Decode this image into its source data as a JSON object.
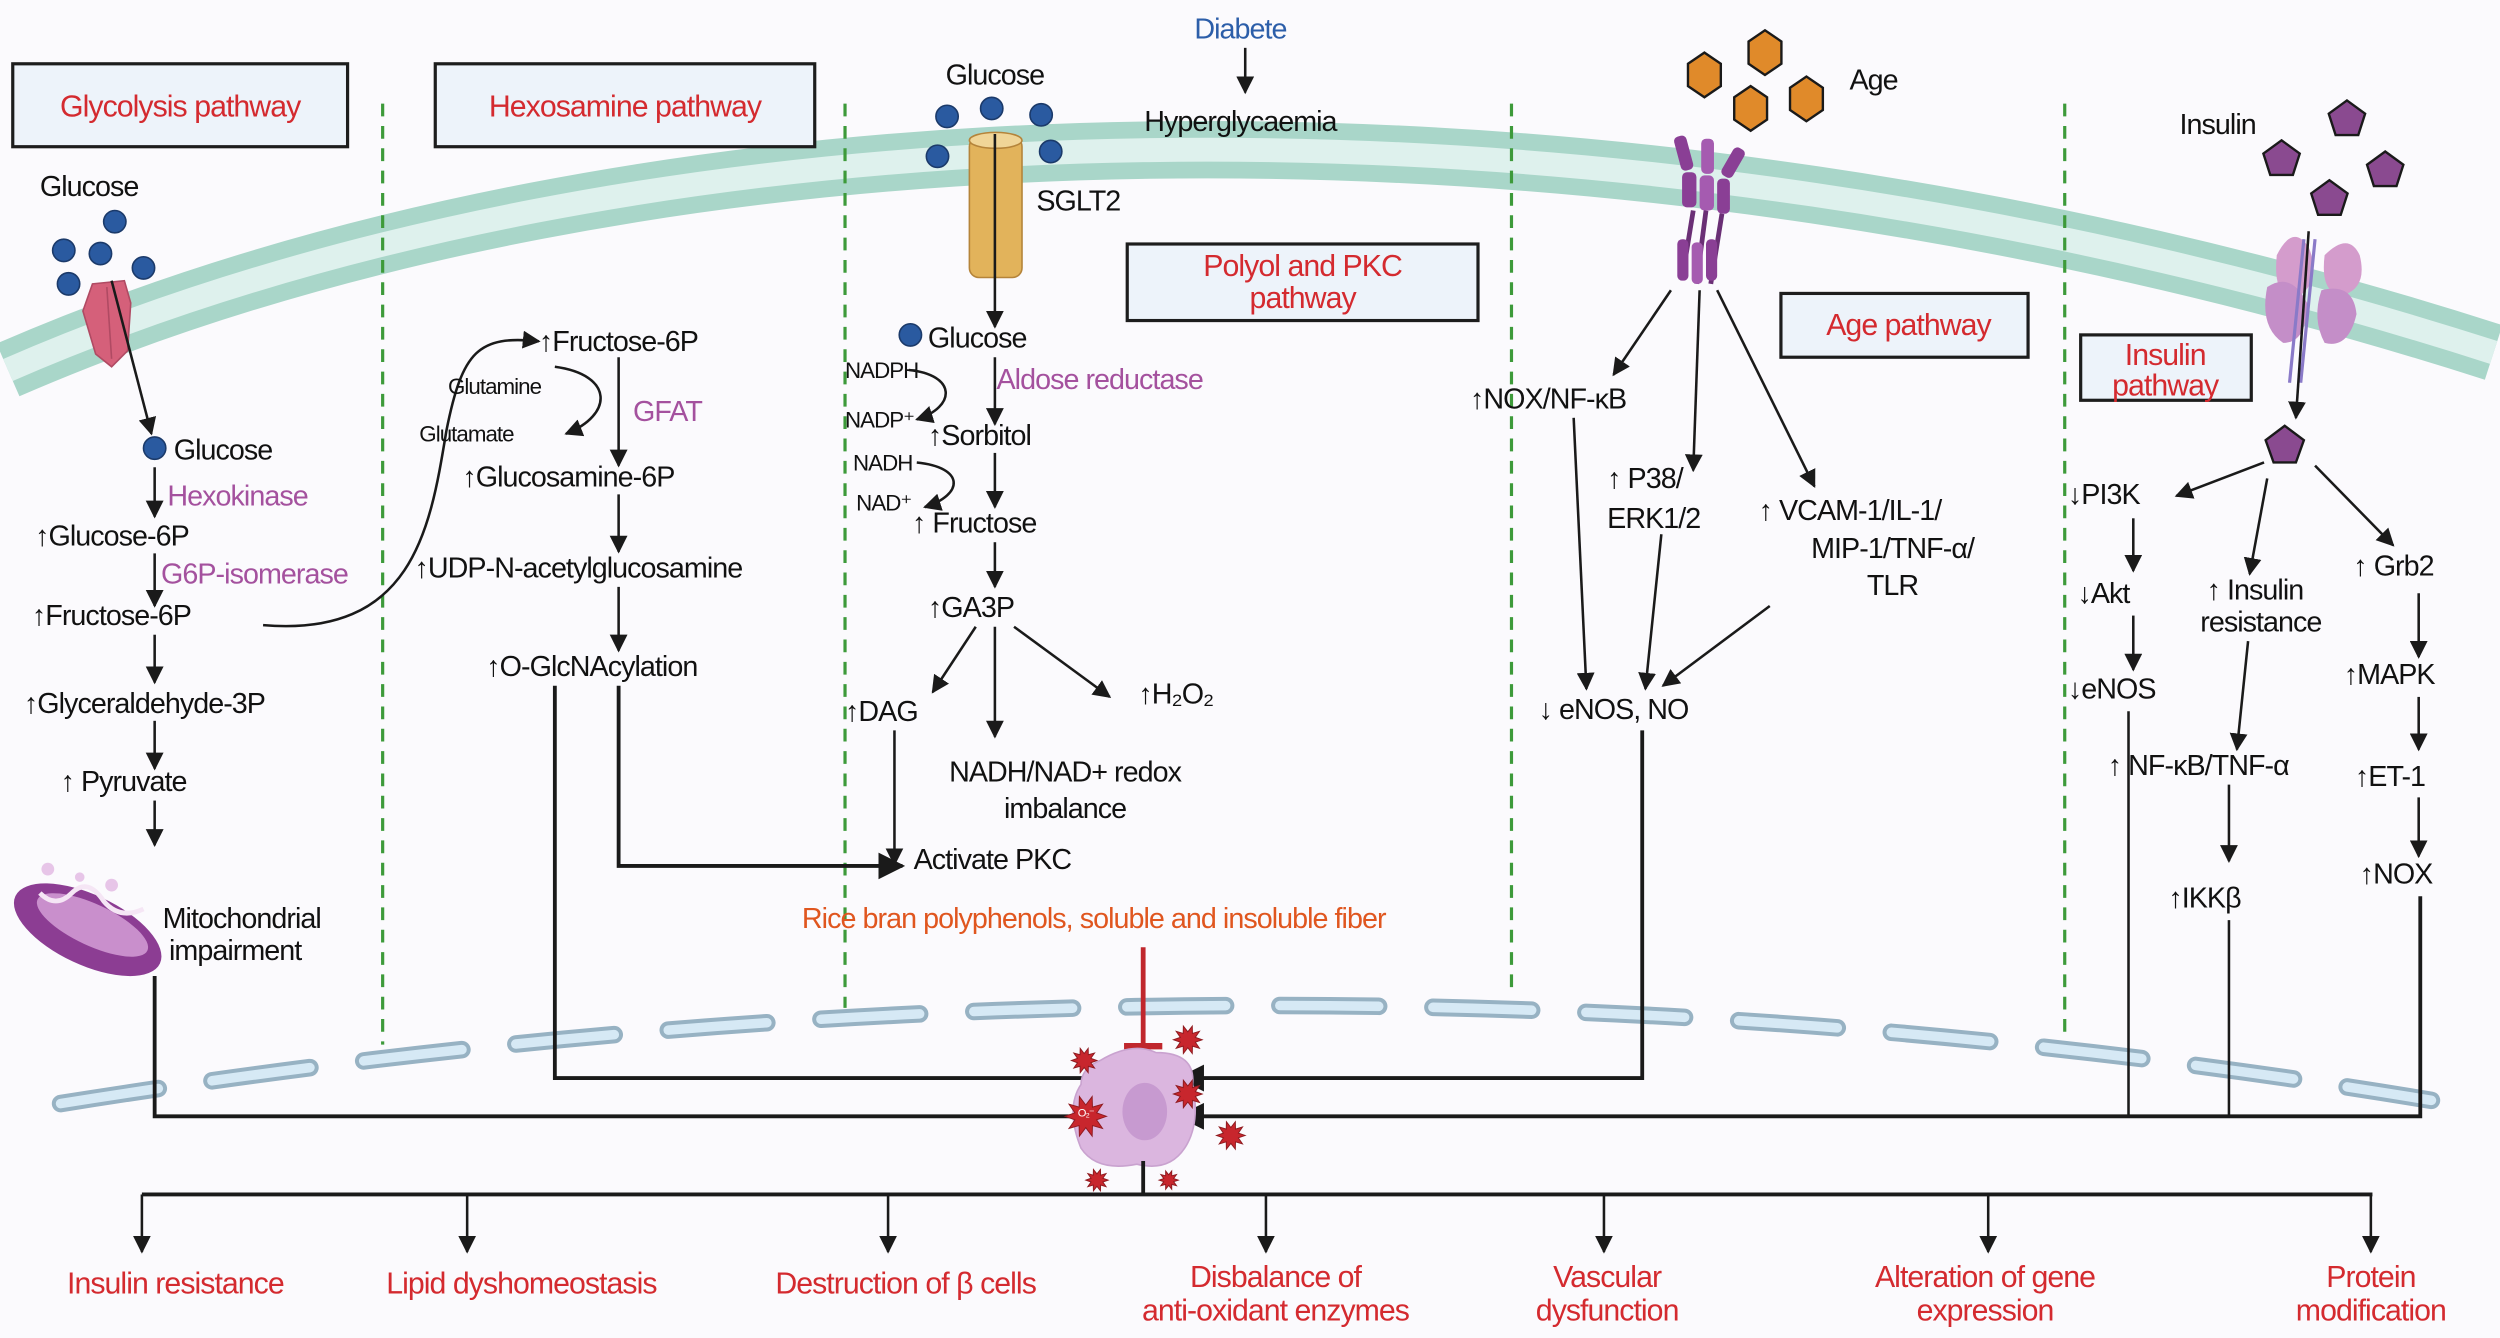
{
  "header": {
    "diabete": "Diabete",
    "hyperglycaemia": "Hyperglycaemia"
  },
  "pathway_boxes": {
    "glycolysis": "Glycolysis pathway",
    "hexosamine": "Hexosamine pathway",
    "polyol_line1": "Polyol and PKC",
    "polyol_line2": "pathway",
    "age": "Age pathway",
    "insulin_line1": "Insulin",
    "insulin_line2": "pathway"
  },
  "glycolysis": {
    "glucose_outside": "Glucose",
    "glucose": "Glucose",
    "hexokinase": "Hexokinase",
    "glucose6p": "↑Glucose-6P",
    "g6p_isomerase": "G6P-isomerase",
    "fructose6p": "↑Fructose-6P",
    "glyceraldehyde": "↑Glyceraldehyde-3P",
    "pyruvate": "↑ Pyruvate",
    "mito_line1": "Mitochondrial",
    "mito_line2": "impairment"
  },
  "hexosamine": {
    "fructose6p": "↑Fructose-6P",
    "glutamine": "Glutamine",
    "glutamate": "Glutamate",
    "gfat": "GFAT",
    "glucosamine6p": "↑Glucosamine-6P",
    "udp": "↑UDP-N-acetylglucosamine",
    "oglcnac": "↑O-GlcNAcylation"
  },
  "polyol": {
    "glucose_outside": "Glucose",
    "sglt2": "SGLT2",
    "glucose": "Glucose",
    "nadph": "NADPH",
    "aldose_reductase": "Aldose reductase",
    "nadp": "NADP⁺",
    "sorbitol": "↑Sorbitol",
    "nadh": "NADH",
    "nad": "NAD⁺",
    "fructose": "↑ Fructose",
    "ga3p": "↑GA3P",
    "dag": "↑DAG",
    "h2o2": "↑H₂O₂",
    "redox_line1": "NADH/NAD+ redox",
    "redox_line2": "imbalance",
    "activate_pkc": "Activate PKC"
  },
  "age": {
    "label": "Age",
    "nox": "↑NOX/NF-κB",
    "p38_line1": "↑ P38/",
    "p38_line2": "ERK1/2",
    "vcam_line1": "↑ VCAM-1/IL-1/",
    "vcam_line2": "MIP-1/TNF-α/",
    "vcam_line3": "TLR",
    "enos": "↓ eNOS, NO"
  },
  "insulin": {
    "label": "Insulin",
    "pi3k": "↓PI3K",
    "akt": "↓Akt",
    "resistance_line1": "↑ Insulin",
    "resistance_line2": "resistance",
    "grb2": "↑ Grb2",
    "enos": "↓eNOS",
    "nfkb": "↑ NF-κB/TNF-α",
    "ikkb": "↑IKKβ",
    "mapk": "↑MAPK",
    "et1": "↑ET-1",
    "nox": "↑NOX"
  },
  "intervention": "Rice bran polyphenols, soluble and insoluble fiber",
  "ros_label": "O₂⁻",
  "outcomes": [
    {
      "line1": "Insulin resistance",
      "line2": ""
    },
    {
      "line1": "Lipid dyshomeostasis",
      "line2": ""
    },
    {
      "line1": "Destruction of β cells",
      "line2": ""
    },
    {
      "line1": "Disbalance of",
      "line2": "anti-oxidant enzymes"
    },
    {
      "line1": "Vascular",
      "line2": "dysfunction"
    },
    {
      "line1": "Alteration of gene",
      "line2": "expression"
    },
    {
      "line1": "Protein",
      "line2": "modification"
    }
  ],
  "colors": {
    "pathway_title": "#d42a2f",
    "enzyme": "#a4519e",
    "diabete": "#2c5ea9",
    "intervention": "#e0561f",
    "membrane": "#a9d6c9",
    "divider": "#3d9a3a",
    "glucose": "#2a5aa0",
    "age_molecule": "#e08a2a",
    "insulin_molecule": "#8a4a90"
  }
}
